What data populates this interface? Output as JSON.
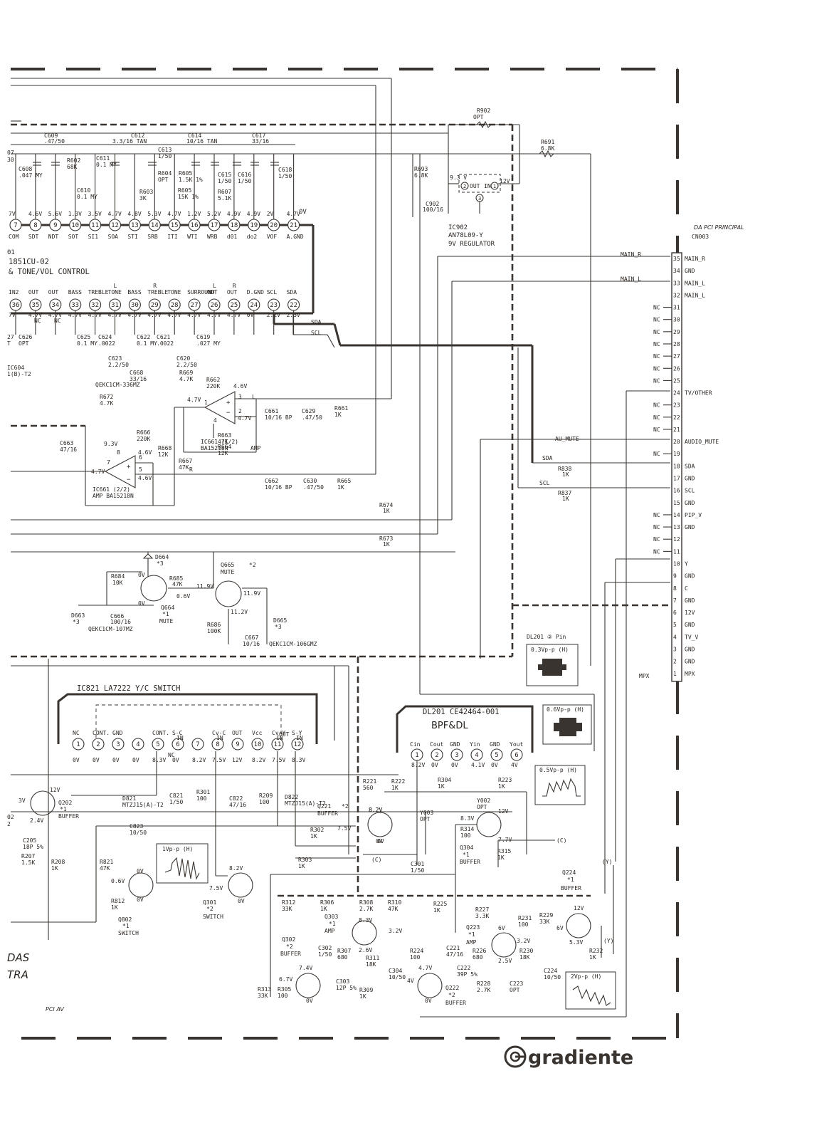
{
  "top_section": {
    "audio_ic_part": "1851CU-02",
    "audio_ic_function": "& TONE/VOL CONTROL",
    "pins_top": [
      {
        "num": "7",
        "name": "COM",
        "v": "7V"
      },
      {
        "num": "8",
        "name": "SDT",
        "v": "4.6V"
      },
      {
        "num": "9",
        "name": "NDT",
        "v": "5.6V"
      },
      {
        "num": "10",
        "name": "SOT",
        "v": "1.3V"
      },
      {
        "num": "11",
        "name": "SI1",
        "v": "3.5V"
      },
      {
        "num": "12",
        "name": "SOA",
        "v": "4.7V"
      },
      {
        "num": "13",
        "name": "STI",
        "v": "4.8V"
      },
      {
        "num": "14",
        "name": "SRB",
        "v": "5.3V"
      },
      {
        "num": "15",
        "name": "ITI",
        "v": "4.7V"
      },
      {
        "num": "16",
        "name": "WTI",
        "v": "1.2V"
      },
      {
        "num": "17",
        "name": "WRB",
        "v": "5.2V"
      },
      {
        "num": "18",
        "name": "d01",
        "v": "4.9V"
      },
      {
        "num": "19",
        "name": "do2",
        "v": "4.9V"
      },
      {
        "num": "20",
        "name": "VOF",
        "v": "2V"
      },
      {
        "num": "21",
        "name": "A.GND",
        "v": "4.7V"
      }
    ],
    "pin21_extra_v": "0V",
    "pins_bottom": [
      {
        "num": "36",
        "v": "7V"
      },
      {
        "num": "35",
        "v": "4.7V"
      },
      {
        "num": "34",
        "v": "4.7V"
      },
      {
        "num": "33",
        "v": "4.7V"
      },
      {
        "num": "32",
        "v": "4.7V"
      },
      {
        "num": "31",
        "v": "4.7V"
      },
      {
        "num": "30",
        "v": "4.7V"
      },
      {
        "num": "29",
        "v": "4.7V"
      },
      {
        "num": "28",
        "v": "4.7V"
      },
      {
        "num": "27",
        "v": "4.7V"
      },
      {
        "num": "26",
        "v": "4.7V"
      },
      {
        "num": "25",
        "v": "4.7V"
      },
      {
        "num": "24",
        "v": "0V"
      },
      {
        "num": "23",
        "v": "2.2V"
      },
      {
        "num": "22",
        "v": "2.3V"
      }
    ],
    "pin_labels_bottom_top": [
      "",
      "",
      "",
      "",
      "",
      "L",
      "",
      "R",
      "",
      "",
      "L",
      "R",
      "",
      "",
      ""
    ],
    "pin_labels_bottom": [
      "IN2",
      "OUT",
      "OUT",
      "BASS",
      "TREBLE",
      "TONE",
      "BASS",
      "TREBLE",
      "TONE",
      "SURROUND",
      "OUT",
      "OUT",
      "D.GND",
      "SCL",
      "SDA"
    ],
    "nc_labels": [
      "NC",
      "NC"
    ],
    "top_caps": [
      {
        "ref": "C609",
        "val": ".47/50"
      },
      {
        "ref": "C612",
        "val": "3.3/16 TAN"
      },
      {
        "ref": "C614",
        "val": "10/16 TAN"
      },
      {
        "ref": "C617",
        "val": "33/16"
      }
    ],
    "mid_parts": [
      "C608 .047 MY",
      "R602 68K",
      "C611 0.1 MY",
      "C613 1/50",
      "R604 OPT",
      "R605 1.5K 1%",
      "R603 3K",
      "R605 15K 1%",
      "C610 0.1 MY",
      "C615 1/50",
      "C616 1/50",
      "R607 5.1K",
      "C618 1/50"
    ],
    "low_parts": [
      "C626 OPT",
      "C625 0.1 MY",
      "C624 .0022",
      "C622 0.1 MY",
      "C621 .0022",
      "C619 .027 MY",
      "C623 2.2/50",
      "C620 2.2/50",
      "C668 33/16",
      "R669 4.7K",
      "R672 4.7K",
      "R662 220K",
      "C661 10/16 BP",
      "C629 .47/50",
      "R661 1K",
      "C663 47/16",
      "R666 220K",
      "R668 12K",
      "R663 47K",
      "R664 12K",
      "R667 47K",
      "C662 10/16 BP",
      "C630 .47/50",
      "R665 1K"
    ],
    "qekc_labels": [
      "QEKC1CM-336MZ",
      "QEKC1CM-107MZ",
      "QEKC1CM-106GMZ"
    ],
    "amp1": {
      "ref": "IC661 (1/2)",
      "part": "BA15218N",
      "func": "AMP"
    },
    "amp2": {
      "ref": "IC661 (2/2)",
      "part": "AMP BA15218N"
    },
    "amp_volts": [
      "4.7V",
      "4.6V",
      "4.7V",
      "9.3V",
      "4.6V",
      "4.6V",
      "4.7V"
    ],
    "partial_labels": [
      "07",
      "30",
      "01",
      "IC604",
      "1(B)-T2",
      "27",
      "T"
    ],
    "r902": {
      "ref": "R902",
      "val": "OPT"
    },
    "r691": {
      "ref": "R691",
      "val": "6.8K"
    },
    "r693": {
      "ref": "R693",
      "val": "6.8K"
    },
    "c902": {
      "ref": "C902",
      "val": "100/16"
    },
    "ic902": {
      "ref": "IC902",
      "part": "AN78L09-Y",
      "func": "9V REGULATOR",
      "in_v": "12V",
      "out_v": "9.3 V",
      "pin_labels": [
        "OUT",
        "IN"
      ],
      "pin_nums": [
        "2",
        "1",
        "3"
      ]
    },
    "sda_scl": [
      "SDA",
      "SCL"
    ]
  },
  "mute_section": {
    "d664": {
      "ref": "D664",
      "note": "*3"
    },
    "r684": {
      "ref": "R684",
      "val": "10K"
    },
    "r685": {
      "ref": "R685",
      "val": "47K"
    },
    "q665": {
      "ref": "Q665",
      "note": "*2",
      "func": "MUTE"
    },
    "q664": {
      "ref": "Q664",
      "note": "*1",
      "func": "MUTE"
    },
    "d663": {
      "ref": "D663",
      "note": "*3"
    },
    "c666": {
      "ref": "C666",
      "val": "100/16"
    },
    "r686": {
      "ref": "R686",
      "val": "100K"
    },
    "c667": {
      "ref": "C667",
      "val": "10/16"
    },
    "d665": {
      "ref": "D665",
      "note": "*3"
    },
    "volts": [
      "0V",
      "0V",
      "0.6V",
      "11.9V",
      "11.9V",
      "11.2V"
    ]
  },
  "connector": {
    "source": "DA PCI PRINCIPAL",
    "ref": "CN003",
    "pins": [
      {
        "num": "35",
        "label": "MAIN_R",
        "left": "MAIN_R"
      },
      {
        "num": "34",
        "label": "GND",
        "left": ""
      },
      {
        "num": "33",
        "label": "MAIN_L",
        "left": "MAIN_L"
      },
      {
        "num": "32",
        "label": "MAIN_L",
        "left": ""
      },
      {
        "num": "31",
        "label": "",
        "left": "NC"
      },
      {
        "num": "30",
        "label": "",
        "left": "NC"
      },
      {
        "num": "29",
        "label": "",
        "left": "NC"
      },
      {
        "num": "28",
        "label": "",
        "left": "NC"
      },
      {
        "num": "27",
        "label": "",
        "left": "NC"
      },
      {
        "num": "26",
        "label": "",
        "left": "NC"
      },
      {
        "num": "25",
        "label": "",
        "left": "NC"
      },
      {
        "num": "24",
        "label": "TV/OTHER",
        "left": ""
      },
      {
        "num": "23",
        "label": "",
        "left": "NC"
      },
      {
        "num": "22",
        "label": "",
        "left": "NC"
      },
      {
        "num": "21",
        "label": "",
        "left": "NC"
      },
      {
        "num": "20",
        "label": "AUDIO_MUTE",
        "left": "AU_MUTE"
      },
      {
        "num": "19",
        "label": "",
        "left": "NC"
      },
      {
        "num": "18",
        "label": "SDA",
        "left": "SDA"
      },
      {
        "num": "17",
        "label": "GND",
        "left": ""
      },
      {
        "num": "16",
        "label": "SCL",
        "left": "SCL"
      },
      {
        "num": "15",
        "label": "GND",
        "left": ""
      },
      {
        "num": "14",
        "label": "PIP_V",
        "left": "NC"
      },
      {
        "num": "13",
        "label": "GND",
        "left": "NC"
      },
      {
        "num": "12",
        "label": "",
        "left": "NC"
      },
      {
        "num": "11",
        "label": "",
        "left": "NC"
      },
      {
        "num": "10",
        "label": "Y",
        "left": ""
      },
      {
        "num": "9",
        "label": "GND",
        "left": ""
      },
      {
        "num": "8",
        "label": "C",
        "left": ""
      },
      {
        "num": "7",
        "label": "GND",
        "left": ""
      },
      {
        "num": "6",
        "label": "12V",
        "left": ""
      },
      {
        "num": "5",
        "label": "GND",
        "left": ""
      },
      {
        "num": "4",
        "label": "TV_V",
        "left": ""
      },
      {
        "num": "3",
        "label": "GND",
        "left": ""
      },
      {
        "num": "2",
        "label": "GND",
        "left": ""
      },
      {
        "num": "1",
        "label": "MPX",
        "left": "MPX"
      }
    ],
    "r838": {
      "ref": "R838",
      "val": "1K"
    },
    "r837": {
      "ref": "R837",
      "val": "1K"
    },
    "r674": {
      "ref": "R674",
      "val": "1K"
    },
    "r673": {
      "ref": "R673",
      "val": "1K"
    }
  },
  "dl201_pin": {
    "title": "DL201 ② Pin",
    "level": "0.3Vp-p (H)"
  },
  "yc_section": {
    "ic821_title": "IC821  LA7222  Y/C SWITCH",
    "pins": [
      {
        "num": "1",
        "name": "NC",
        "v": "0V"
      },
      {
        "num": "2",
        "name": "CONT.",
        "v": "0V"
      },
      {
        "num": "3",
        "name": "GND",
        "v": "0V"
      },
      {
        "num": "4",
        "name": "",
        "v": "0V"
      },
      {
        "num": "5",
        "name": "CONT.",
        "v": "8.3V"
      },
      {
        "num": "6",
        "name": "S-C IN",
        "v": "0V"
      },
      {
        "num": "7",
        "name": "",
        "v": "8.2V"
      },
      {
        "num": "8",
        "name": "Cv-C IN",
        "v": "7.5V"
      },
      {
        "num": "9",
        "name": "OUT",
        "v": "12V"
      },
      {
        "num": "10",
        "name": "Vcc",
        "v": "8.2V"
      },
      {
        "num": "11",
        "name": "Cv-Y IN",
        "v": "7.5V"
      },
      {
        "num": "12",
        "name": "S-Y IN",
        "v": "8.3V"
      }
    ],
    "nc_label": "NC",
    "out_label": "OUT",
    "parts": [
      "C821 1/50",
      "R301 100",
      "C822 47/16",
      "D821 MTZJ15(A)-T2",
      "R209 100",
      "D822 MTZJ15(A)-T2",
      "C823 10/50",
      "R821 47K",
      "R812 1K",
      "C205 18P 5%",
      "R207 1.5K",
      "R208 1K"
    ],
    "q202": {
      "ref": "Q202",
      "note": "*1",
      "func": "BUFFER"
    },
    "q802": {
      "ref": "Q802",
      "note": "*1",
      "func": "SWITCH"
    },
    "q301": {
      "ref": "Q301",
      "note": "*2",
      "func": "SWITCH"
    },
    "q221": {
      "ref": "Q221",
      "note": "*2",
      "func": "BUFFER"
    },
    "waveform_1": "1Vp-p (H)",
    "volts": [
      "3V",
      "12V",
      "2.4V",
      "0.6V",
      "0V",
      "0V",
      "8.2V",
      "7.5V",
      "0V",
      "8.2V",
      "7.5V",
      "0V",
      "0V"
    ],
    "partial_labels": [
      "02",
      "2"
    ]
  },
  "dl_section": {
    "dl201_title": "DL201  CE42464-001",
    "dl201_func": "BPF&DL",
    "pins": [
      {
        "num": "1",
        "name": "Cin",
        "v": "8.2V"
      },
      {
        "num": "2",
        "name": "Cout",
        "v": "0V"
      },
      {
        "num": "3",
        "name": "GND",
        "v": "0V"
      },
      {
        "num": "4",
        "name": "Yin",
        "v": "4.1V"
      },
      {
        "num": "5",
        "name": "GND",
        "v": "0V"
      },
      {
        "num": "6",
        "name": "Yout",
        "v": "4V"
      }
    ],
    "wave_06": "0.6Vp-p (H)",
    "wave_05": "0.5Vp-p (H)",
    "wave_2": "2Vp-p (H)",
    "parts": [
      "R221 560",
      "R222 1K",
      "R304 1K",
      "R223 1K",
      "Y003 OPT",
      "Y002 OPT",
      "R302 1K",
      "R303 1K",
      "C301 1/50",
      "R314 100",
      "R315 1K",
      "R225 1K",
      "R312 33K",
      "R306 1K",
      "R308 2.7K",
      "R310 47K",
      "R307 680",
      "R311 18K",
      "C302 1/50",
      "C303 12P 5%",
      "R224 100",
      "C304 10/50",
      "R313 33K",
      "R305 100",
      "R309 1K",
      "R227 3.3K",
      "R231 100",
      "R229 33K",
      "C221 47/16",
      "R226 680",
      "R230 18K",
      "C222 39P 5%",
      "R228 2.7K",
      "C223 OPT",
      "C224 10/50",
      "R232 1K"
    ],
    "q304": {
      "ref": "Q304",
      "note": "*1",
      "func": "BUFFER"
    },
    "q224": {
      "ref": "Q224",
      "note": "*1",
      "func": "BUFFER"
    },
    "q303": {
      "ref": "Q303",
      "note": "*1",
      "func": "AMP"
    },
    "q302": {
      "ref": "Q302",
      "note": "*2",
      "func": "BUFFER"
    },
    "q223": {
      "ref": "Q223",
      "note": "*1",
      "func": "AMP"
    },
    "q222": {
      "ref": "Q222",
      "note": "*2",
      "func": "BUFFER"
    },
    "c_label": "(C)",
    "y_label": "(Y)",
    "volts": [
      "8.2V",
      "0V",
      "8.3V",
      "12V",
      "7.7V",
      "8.3V",
      "3.2V",
      "2.6V",
      "6.7V",
      "7.4V",
      "0V",
      "4.7V",
      "4V",
      "0V",
      "6V",
      "3.2V",
      "2.5V",
      "12V",
      "6V",
      "5.3V"
    ]
  },
  "footer": {
    "side_text_1": "DAS",
    "side_text_2": "TRA",
    "pci_label": "PCI AV",
    "brand": "gradiente",
    "brand_color": "#3a3430"
  },
  "colors": {
    "ink": "#3a3430",
    "paper": "#ffffff"
  }
}
